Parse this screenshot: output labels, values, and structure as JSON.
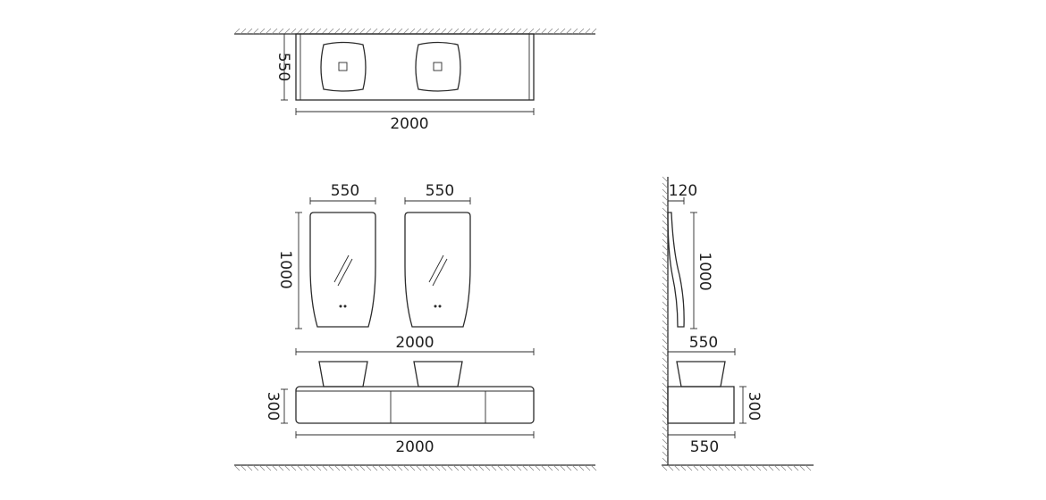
{
  "top_view": {
    "depth": "550",
    "width": "2000"
  },
  "mirrors": {
    "mirror_1_width": "550",
    "mirror_2_width": "550",
    "height": "1000"
  },
  "cabinet": {
    "top_width": "2000",
    "height": "300",
    "bottom_width": "2000"
  },
  "side_view": {
    "mirror_depth": "120",
    "mirror_height": "1000",
    "top_depth": "550",
    "cabinet_height": "300",
    "bottom_depth": "550"
  },
  "colors": {
    "line": "#2b2b2b",
    "hatch": "#8a8a8a",
    "background": "#ffffff"
  }
}
